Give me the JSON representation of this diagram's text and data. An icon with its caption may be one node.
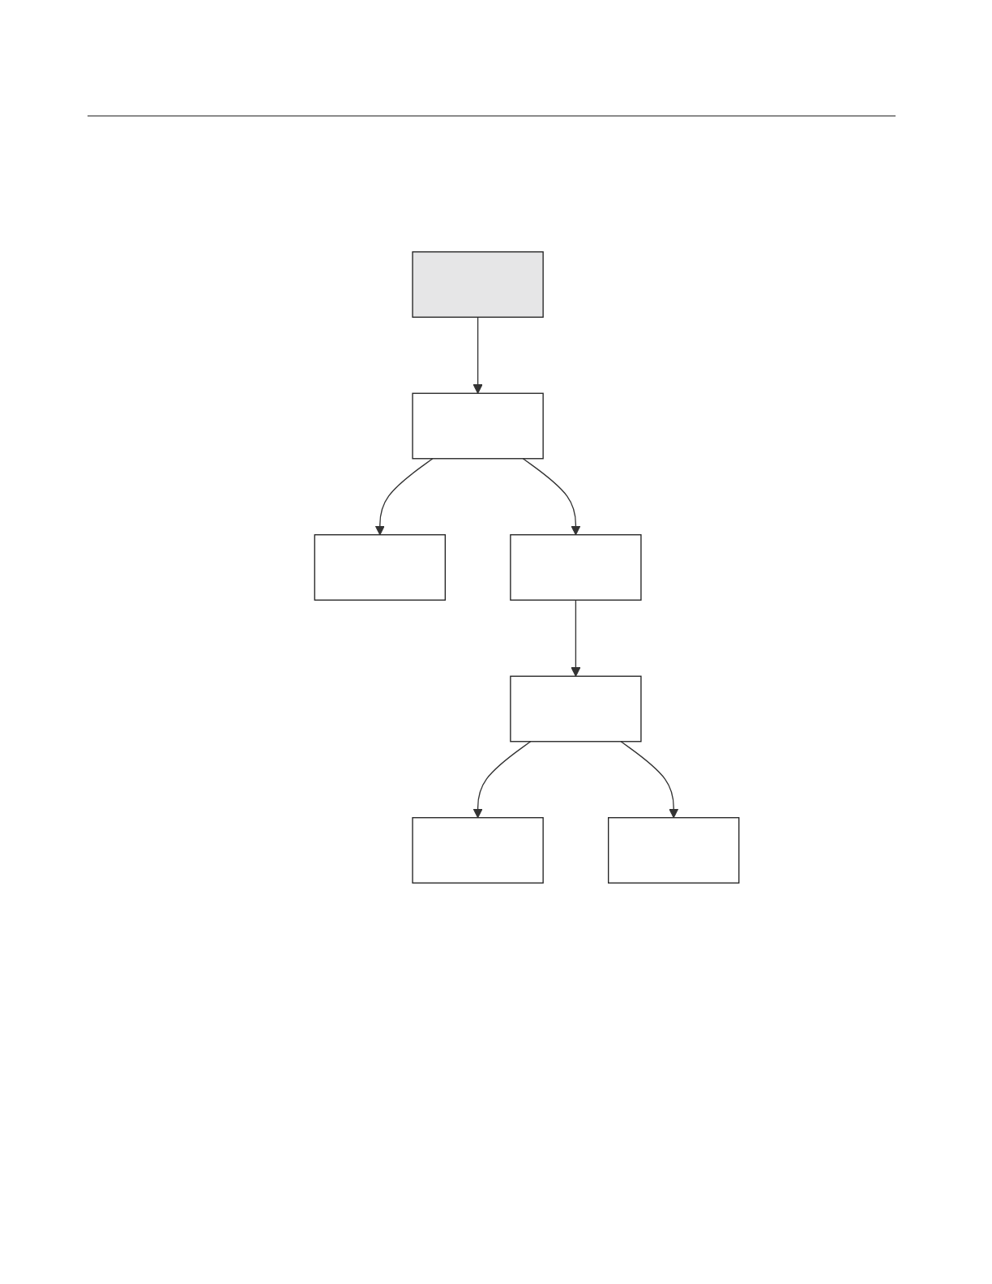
{
  "diagram": {
    "nodes": [
      {
        "text": [],
        "shape": "box"
      },
      {
        "text": [],
        "shape": "box"
      },
      {
        "text": [],
        "shape": "box"
      },
      {
        "text": [],
        "shape": "box"
      },
      {
        "text": [],
        "shape": "box"
      },
      {
        "text": [],
        "shape": "box"
      },
      {
        "text": [],
        "shape": "box"
      }
    ],
    "edges": [
      {
        "from": 0,
        "to": 1,
        "arrow": "to"
      },
      {
        "from": 1,
        "to": 2,
        "arrow": "to"
      },
      {
        "from": 1,
        "to": 3,
        "arrow": "to"
      },
      {
        "from": 3,
        "to": 4,
        "arrow": "to"
      },
      {
        "from": 4,
        "to": 5,
        "arrow": "to"
      },
      {
        "from": 4,
        "to": 6,
        "arrow": "to"
      }
    ]
  }
}
